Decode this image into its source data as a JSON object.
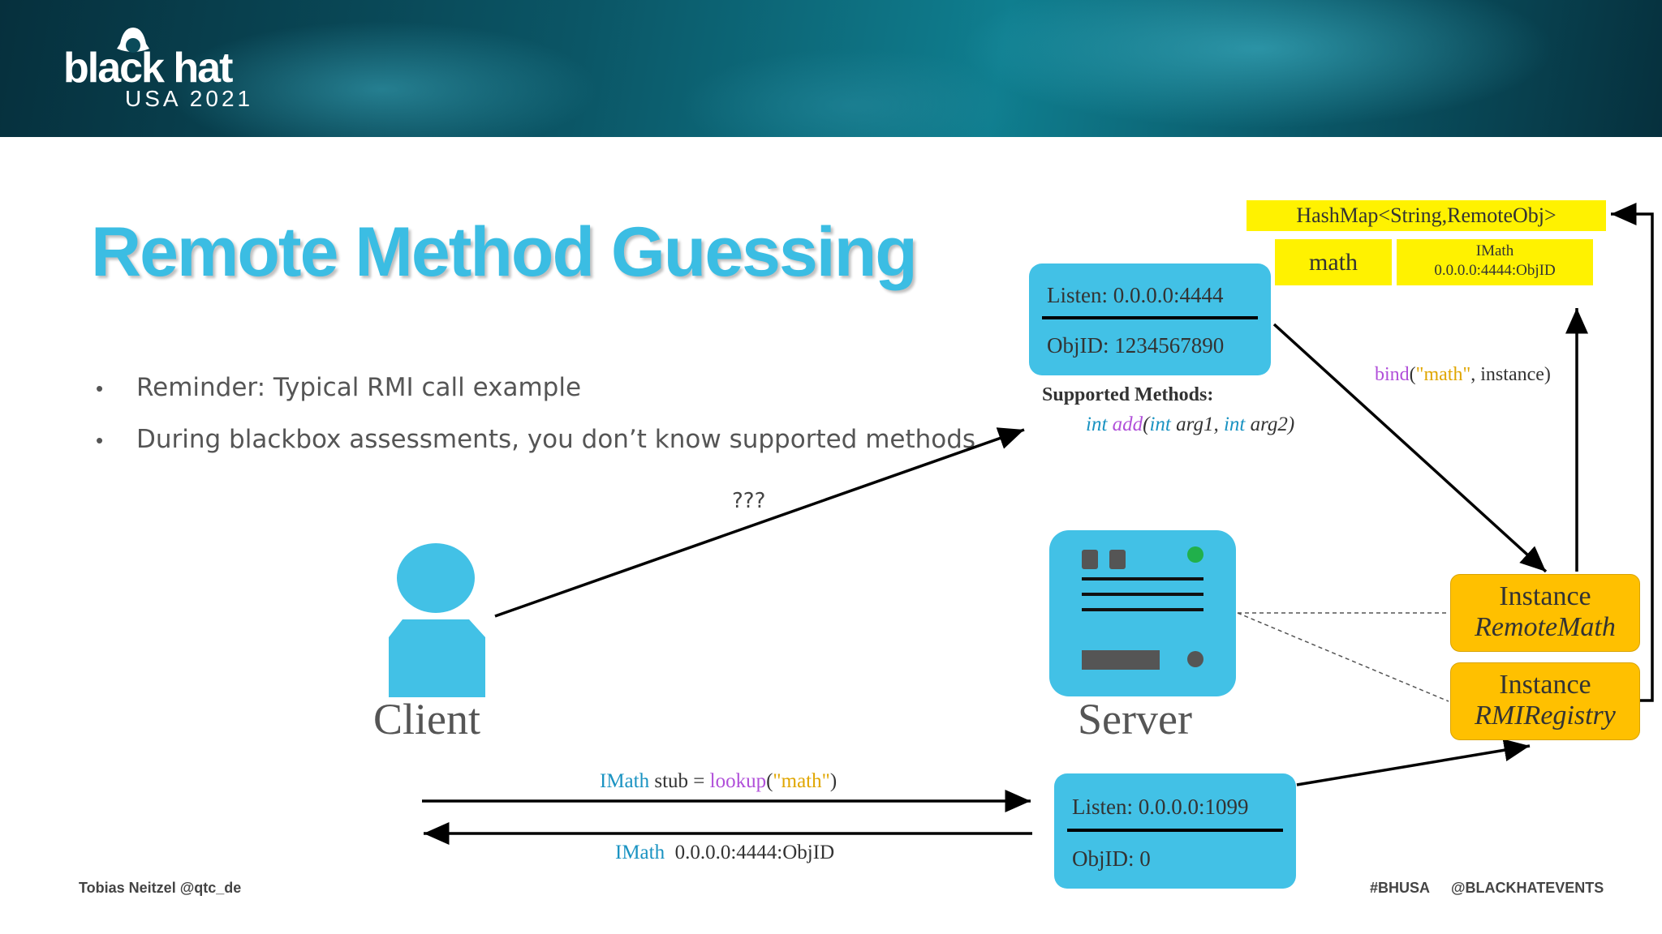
{
  "brand": {
    "logo": "black hat",
    "event": "USA 2021"
  },
  "slide": {
    "title": "Remote Method Guessing",
    "bullets": [
      "Reminder: Typical RMI call example",
      "During blackbox assessments, you don’t know supported methods"
    ]
  },
  "diagram": {
    "unknown_label": "???",
    "client_label": "Client",
    "server_label": "Server",
    "object_box": {
      "listen": "Listen: 0.0.0.0:4444",
      "objid": "ObjID: 1234567890"
    },
    "supported_methods_label": "Supported Methods:",
    "method_sig": {
      "ret_type": "int",
      "name": "add",
      "open": "(",
      "t1": "int",
      "a1": " arg1, ",
      "t2": "int",
      "a2": " arg2)"
    },
    "hashmap": {
      "title": "HashMap<String,RemoteObj>",
      "key": "math",
      "value_line1": "IMath",
      "value_line2": "0.0.0.0:4444:ObjID"
    },
    "bind_call": {
      "fn": "bind",
      "open": "(",
      "arg": "\"math\"",
      "rest": ", instance)"
    },
    "instance_remotemath": {
      "line1": "Instance",
      "line2": "RemoteMath"
    },
    "instance_registry": {
      "line1": "Instance",
      "line2": "RMIRegistry"
    },
    "registry_box": {
      "listen": "Listen: 0.0.0.0:1099",
      "objid": "ObjID: 0"
    },
    "lookup_call": {
      "type": "IMath",
      "mid": " stub = ",
      "fn": "lookup",
      "open": "(",
      "arg": "\"math\"",
      "close": ")"
    },
    "lookup_result": {
      "type": "IMath",
      "value": "0.0.0.0:4444:ObjID"
    }
  },
  "footer": {
    "author": "Tobias Neitzel @qtc_de",
    "hashtag": "#BHUSA",
    "handle": "@BLACKHATEVENTS"
  },
  "colors": {
    "accent_blue": "#42c1e6",
    "title_blue": "#3bbde3",
    "hashmap_yellow": "#fff200",
    "instance_orange": "#ffc000"
  }
}
